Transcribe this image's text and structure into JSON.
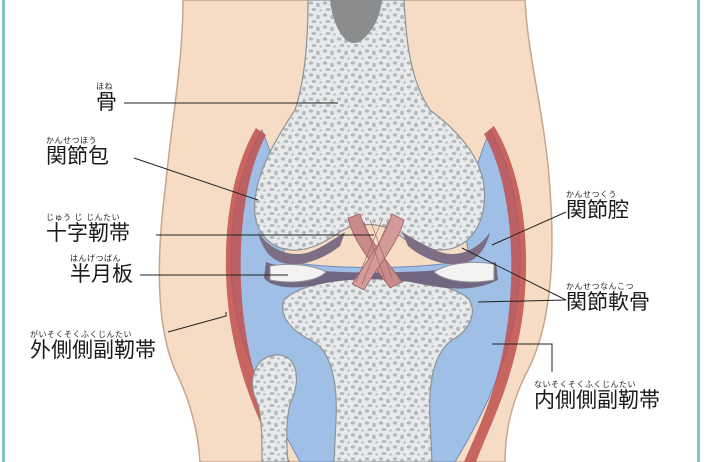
{
  "labels": {
    "bone": {
      "ruby": "ほね",
      "text": "骨"
    },
    "joint_capsule": {
      "ruby": "かんせつほう",
      "text": "関節包"
    },
    "acl": {
      "ruby": "じゅう じ じんたい",
      "text": "十字靭帯"
    },
    "meniscus": {
      "ruby": "はんげつばん",
      "text": "半月板"
    },
    "lcl": {
      "ruby": "がいそくそくふくじんたい",
      "text": "外側側副靭帯"
    },
    "joint_cavity": {
      "ruby": "かんせつくう",
      "text": "関節腔"
    },
    "cartilage": {
      "ruby": "かんせつなんこつ",
      "text": "関節軟骨"
    },
    "mcl": {
      "ruby": "ないそくそくふくじんたい",
      "text": "内側側副靭帯"
    }
  },
  "colors": {
    "frame": "#7fc6c9",
    "skin": "#f6dcc4",
    "skin_outline": "#c9a58c",
    "capsule_fluid": "#9fbfe6",
    "ligament": "#c0504d",
    "bone": "#e7e9ea",
    "bone_pores": "#b4b8bb",
    "cartilage": "#7d6e86",
    "meniscus": "#f3f3f3",
    "cruciate": "#c98a8a",
    "marrow": "#8a8c8e"
  }
}
